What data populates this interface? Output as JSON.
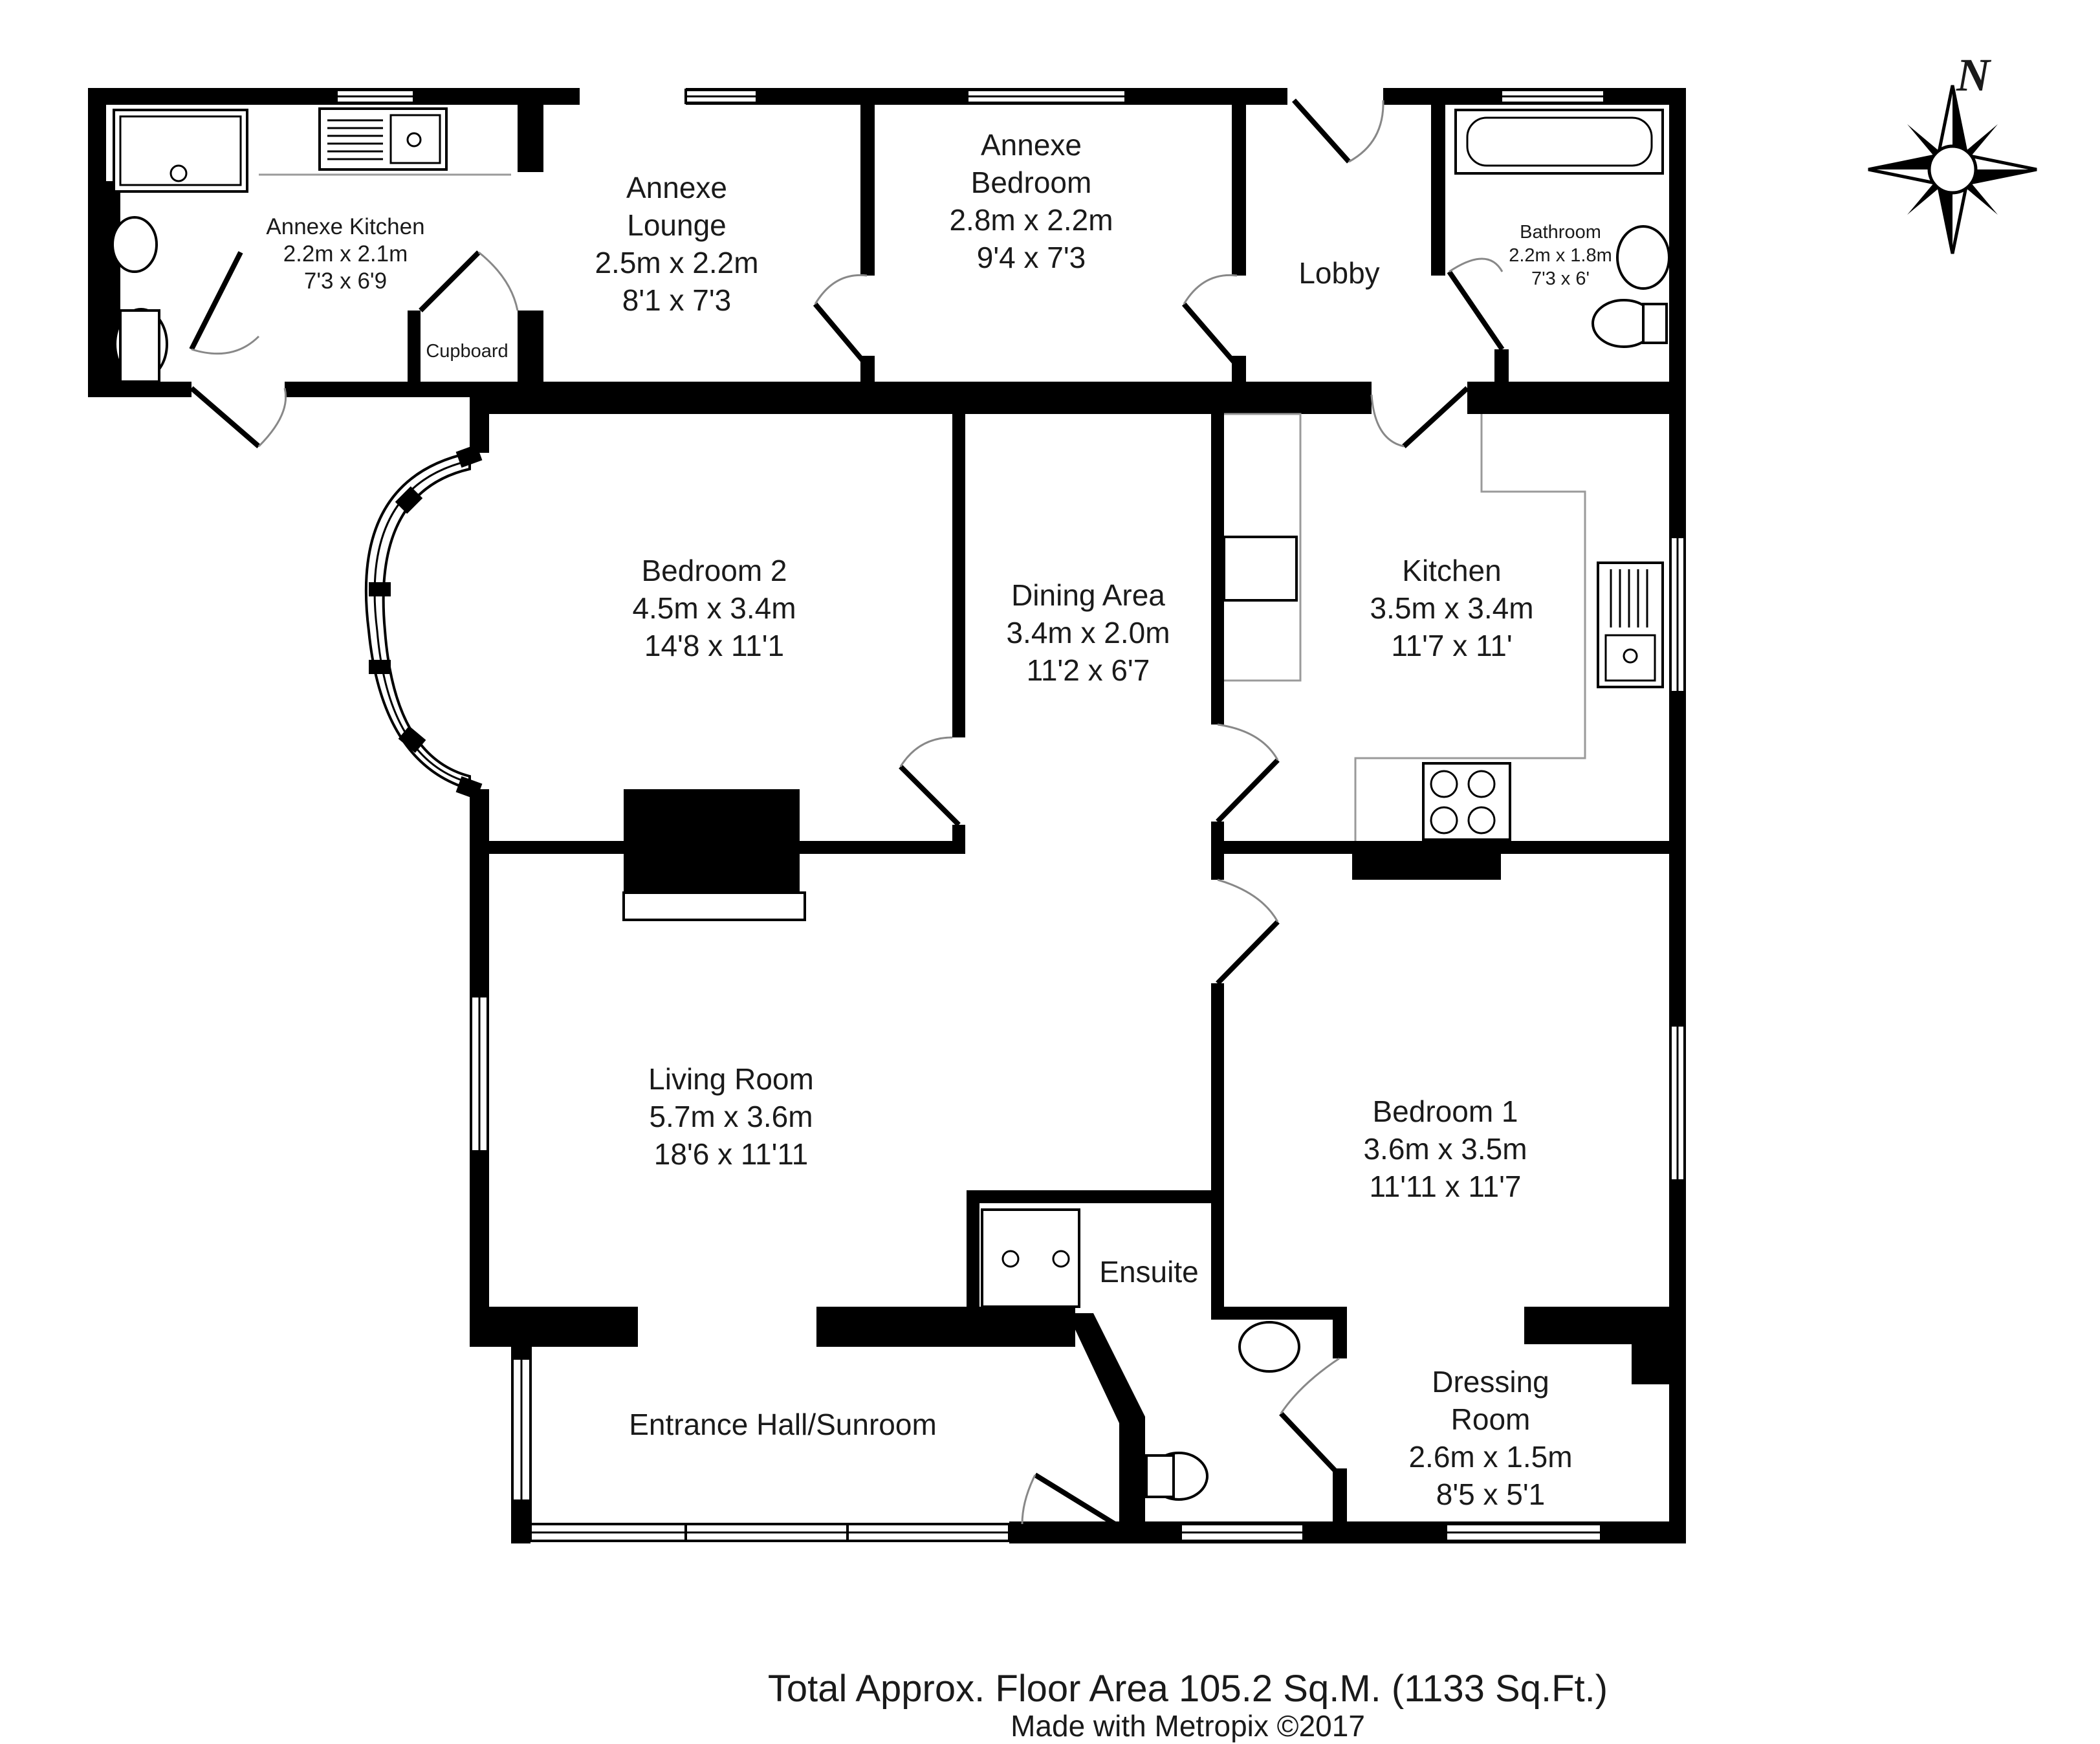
{
  "rooms": {
    "annexe_kitchen": {
      "name": "Annexe Kitchen",
      "metric": "2.2m x 2.1m",
      "imperial": "7'3 x 6'9"
    },
    "annexe_lounge": {
      "name_1": "Annexe",
      "name_2": "Lounge",
      "metric": "2.5m x 2.2m",
      "imperial": "8'1 x 7'3"
    },
    "annexe_bedroom": {
      "name_1": "Annexe",
      "name_2": "Bedroom",
      "metric": "2.8m x 2.2m",
      "imperial": "9'4 x 7'3"
    },
    "cupboard": {
      "name": "Cupboard"
    },
    "lobby": {
      "name": "Lobby"
    },
    "bathroom": {
      "name": "Bathroom",
      "metric": "2.2m x 1.8m",
      "imperial": "7'3 x 6'"
    },
    "bedroom_2": {
      "name": "Bedroom 2",
      "metric": "4.5m x 3.4m",
      "imperial": "14'8 x 11'1"
    },
    "dining_area": {
      "name": "Dining Area",
      "metric": "3.4m x 2.0m",
      "imperial": "11'2 x 6'7"
    },
    "kitchen": {
      "name": "Kitchen",
      "metric": "3.5m x 3.4m",
      "imperial": "11'7 x 11'"
    },
    "living_room": {
      "name": "Living Room",
      "metric": "5.7m x 3.6m",
      "imperial": "18'6 x 11'11"
    },
    "bedroom_1": {
      "name": "Bedroom 1",
      "metric": "3.6m x 3.5m",
      "imperial": "11'11 x 11'7"
    },
    "ensuite": {
      "name": "Ensuite"
    },
    "entrance_hall": {
      "name": "Entrance Hall/Sunroom"
    },
    "dressing_room": {
      "name_1": "Dressing",
      "name_2": "Room",
      "metric": "2.6m x 1.5m",
      "imperial": "8'5 x 5'1"
    }
  },
  "compass": {
    "north_label": "N"
  },
  "footer": {
    "total_area": "Total Approx. Floor Area 105.2 Sq.M. (1133 Sq.Ft.)",
    "credit": "Made with Metropix ©2017"
  }
}
